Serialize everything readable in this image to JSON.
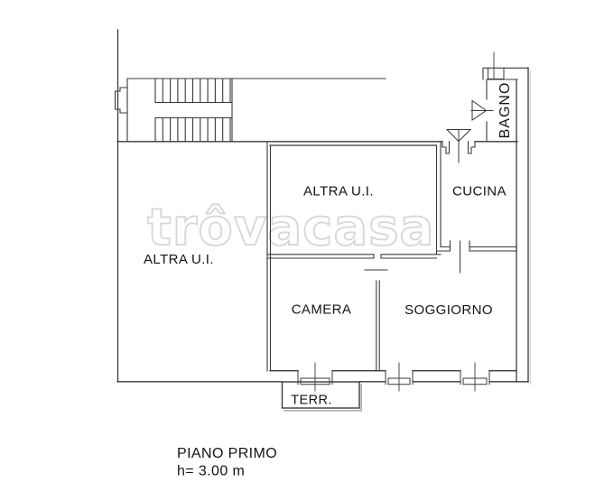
{
  "watermark": {
    "text": "trôvacasa"
  },
  "rooms": {
    "altra_ui_left": "ALTRA U.I.",
    "altra_ui_middle": "ALTRA U.I.",
    "cucina": "CUCINA",
    "bagno": "BAGNO",
    "camera": "CAMERA",
    "soggiorno": "SOGGIORNO",
    "terrace": "TERR."
  },
  "caption": {
    "floor": "PIANO PRIMO",
    "height": "h= 3.00 m"
  },
  "colors": {
    "line": "#3a3a3a",
    "label": "#141414",
    "watermark_outline": "#d6d6d6",
    "watermark_fill": "#ffffff",
    "shadow": "#aeaeae",
    "background": "#ffffff"
  }
}
